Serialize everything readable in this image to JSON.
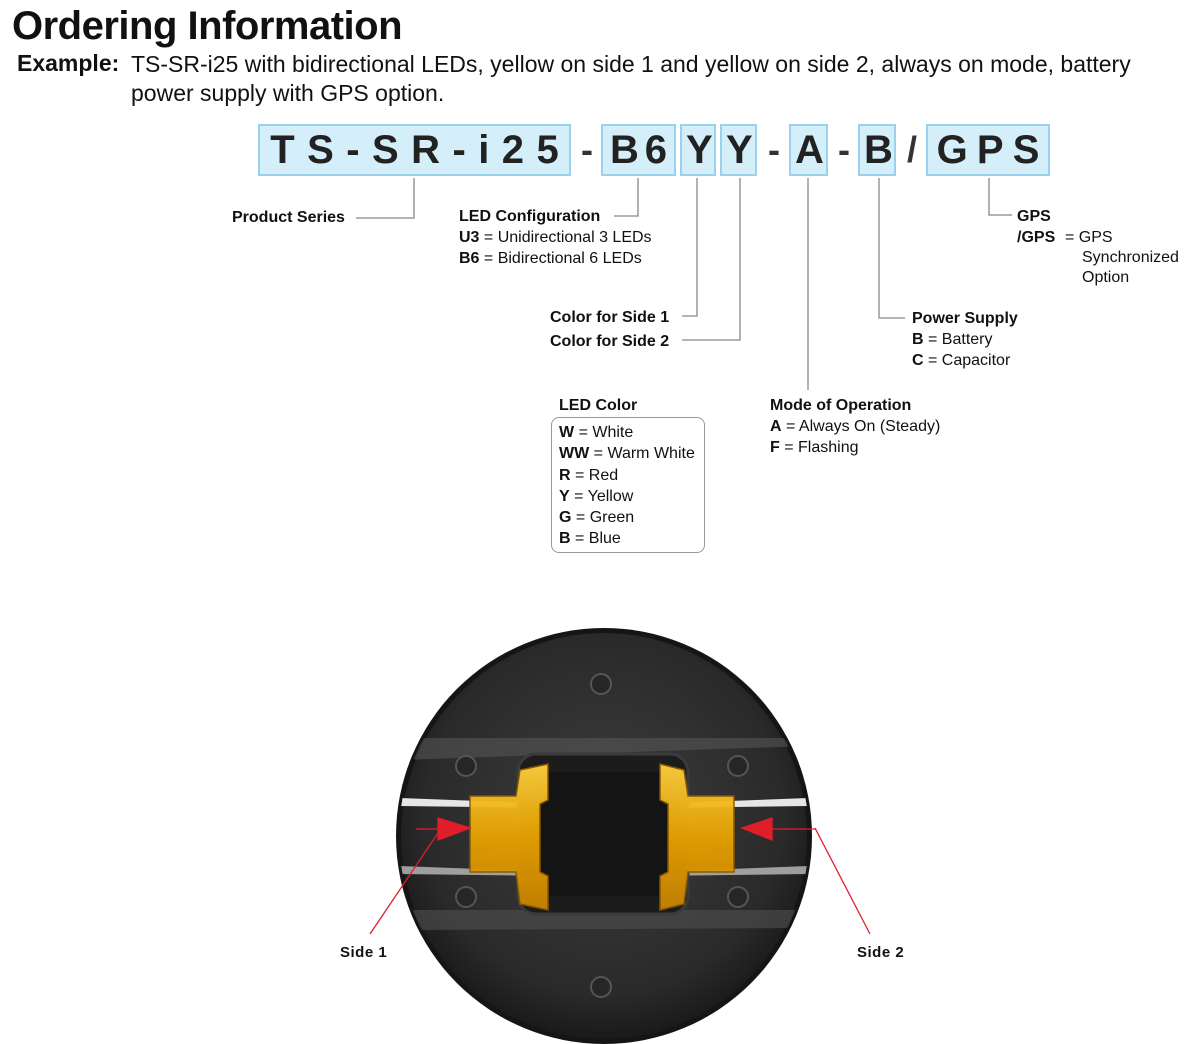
{
  "title": "Ordering Information",
  "example": {
    "label": "Example:",
    "text": "TS-SR-i25 with bidirectional LEDs, yellow on side 1 and yellow on side 2, always on mode, battery power supply with GPS option."
  },
  "part_number": {
    "series": "TS-SR-i25",
    "led_config": "B6",
    "color_side1": "Y",
    "color_side2": "Y",
    "mode": "A",
    "power": "B",
    "gps": "GPS",
    "dash": "-",
    "slash": "/"
  },
  "labels": {
    "product_series": "Product Series",
    "led_configuration": {
      "heading": "LED Configuration",
      "options": [
        {
          "code": "U3",
          "desc": "= Unidirectional 3 LEDs"
        },
        {
          "code": "B6",
          "desc": "= Bidirectional 6 LEDs"
        }
      ]
    },
    "color_side1": "Color for Side 1",
    "color_side2": "Color for Side 2",
    "led_color": {
      "heading": "LED Color",
      "options": [
        {
          "code": "W",
          "desc": "= White"
        },
        {
          "code": "WW",
          "desc": "= Warm White"
        },
        {
          "code": "R",
          "desc": "= Red"
        },
        {
          "code": "Y",
          "desc": "= Yellow"
        },
        {
          "code": "G",
          "desc": "= Green"
        },
        {
          "code": "B",
          "desc": "= Blue"
        }
      ]
    },
    "mode": {
      "heading": "Mode of Operation",
      "options": [
        {
          "code": "A",
          "desc": "= Always On (Steady)"
        },
        {
          "code": "F",
          "desc": "= Flashing"
        }
      ]
    },
    "power": {
      "heading": "Power Supply",
      "options": [
        {
          "code": "B",
          "desc": "= Battery"
        },
        {
          "code": "C",
          "desc": "= Capacitor"
        }
      ]
    },
    "gps": {
      "heading": "GPS",
      "code": "/GPS",
      "desc_lines": [
        "=  GPS",
        "Synchronized",
        "Option"
      ]
    }
  },
  "photo": {
    "side1": "Side 1",
    "side2": "Side 2"
  },
  "colors": {
    "box_fill": "#d4eefa",
    "box_border": "#9ad1ec",
    "connector": "#888888",
    "arrow": "#e01e2a",
    "led_yellow": "#f2b705",
    "device_body": "#2d2d2d"
  }
}
